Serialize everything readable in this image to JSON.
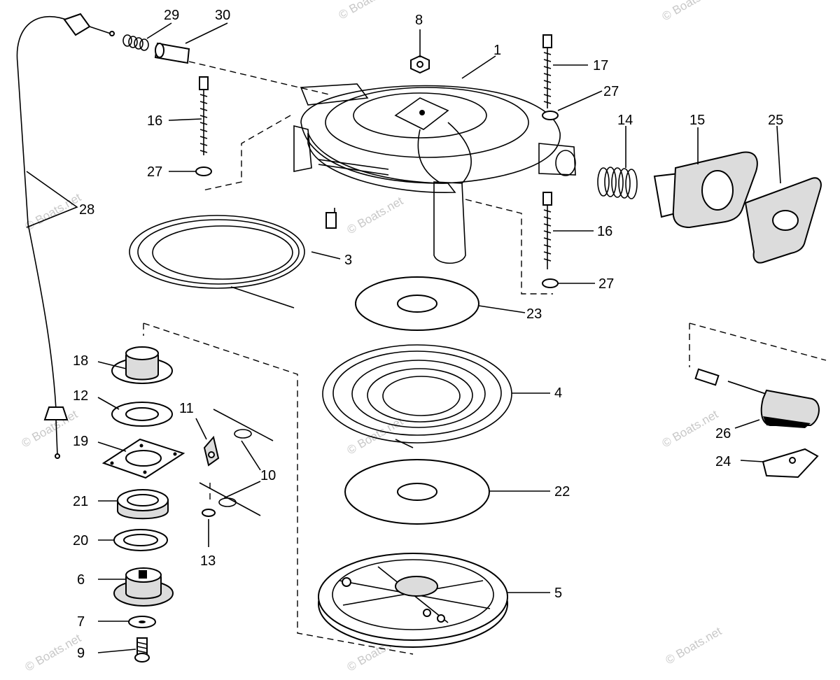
{
  "diagram": {
    "watermark_text": "© Boats.net",
    "parts": [
      {
        "id": "p1",
        "label": "1"
      },
      {
        "id": "p3",
        "label": "3"
      },
      {
        "id": "p4",
        "label": "4"
      },
      {
        "id": "p5",
        "label": "5"
      },
      {
        "id": "p6",
        "label": "6"
      },
      {
        "id": "p7",
        "label": "7"
      },
      {
        "id": "p8",
        "label": "8"
      },
      {
        "id": "p9",
        "label": "9"
      },
      {
        "id": "p10",
        "label": "10"
      },
      {
        "id": "p11",
        "label": "11"
      },
      {
        "id": "p12",
        "label": "12"
      },
      {
        "id": "p13",
        "label": "13"
      },
      {
        "id": "p14",
        "label": "14"
      },
      {
        "id": "p15",
        "label": "15"
      },
      {
        "id": "p16a",
        "label": "16"
      },
      {
        "id": "p16b",
        "label": "16"
      },
      {
        "id": "p17",
        "label": "17"
      },
      {
        "id": "p18",
        "label": "18"
      },
      {
        "id": "p19",
        "label": "19"
      },
      {
        "id": "p20",
        "label": "20"
      },
      {
        "id": "p21",
        "label": "21"
      },
      {
        "id": "p22",
        "label": "22"
      },
      {
        "id": "p23",
        "label": "23"
      },
      {
        "id": "p24",
        "label": "24"
      },
      {
        "id": "p25",
        "label": "25"
      },
      {
        "id": "p26",
        "label": "26"
      },
      {
        "id": "p27a",
        "label": "27"
      },
      {
        "id": "p27b",
        "label": "27"
      },
      {
        "id": "p27c",
        "label": "27"
      },
      {
        "id": "p28",
        "label": "28"
      },
      {
        "id": "p29",
        "label": "29"
      },
      {
        "id": "p30",
        "label": "30"
      }
    ]
  }
}
